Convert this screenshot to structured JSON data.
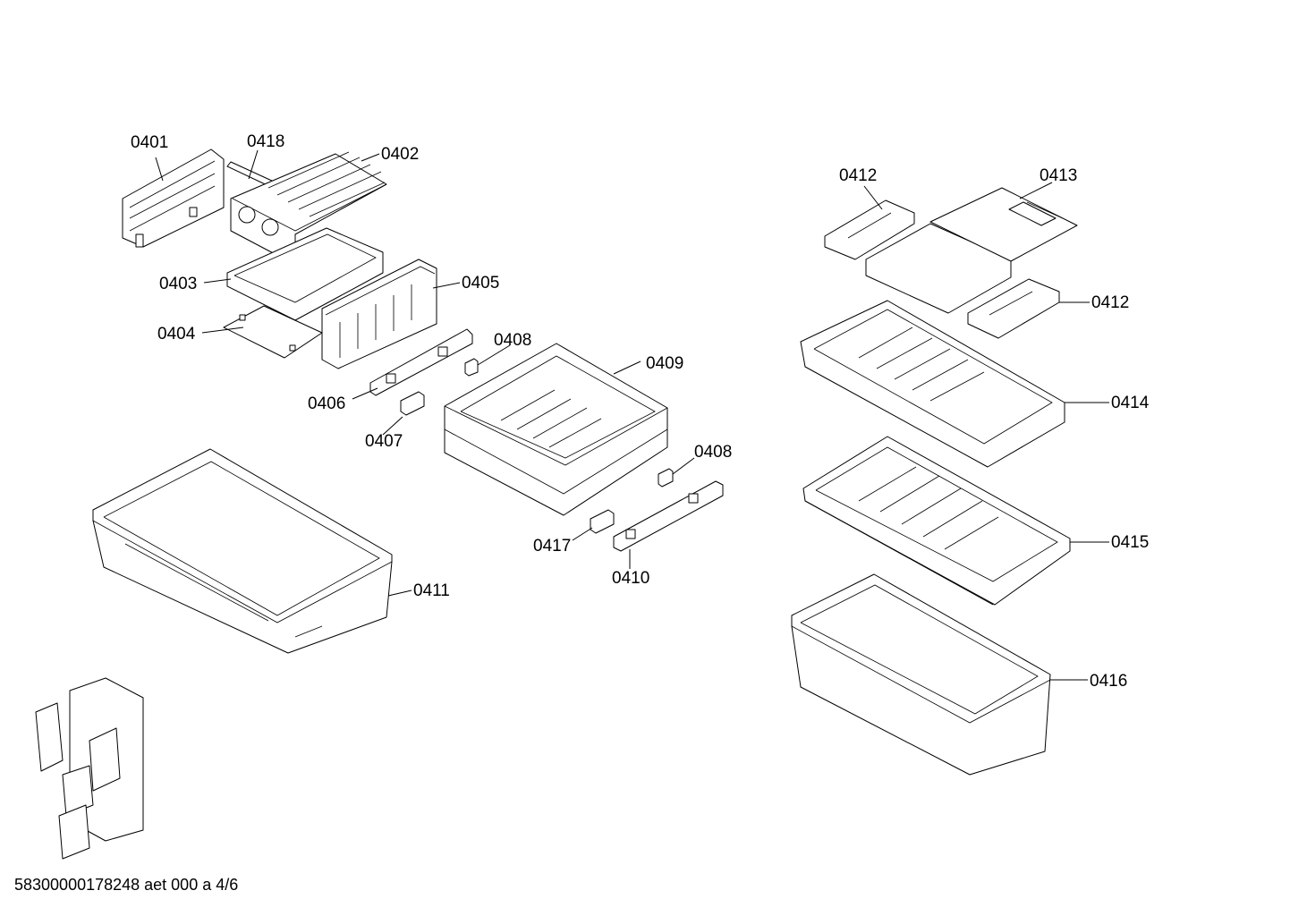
{
  "parts": {
    "p0401": "0401",
    "p0418": "0418",
    "p0402": "0402",
    "p0403": "0403",
    "p0405": "0405",
    "p0404": "0404",
    "p0408a": "0408",
    "p0409": "0409",
    "p0406": "0406",
    "p0407": "0407",
    "p0408b": "0408",
    "p0417": "0417",
    "p0410": "0410",
    "p0411": "0411",
    "p0412a": "0412",
    "p0413": "0413",
    "p0412b": "0412",
    "p0414": "0414",
    "p0415": "0415",
    "p0416": "0416"
  },
  "footer": {
    "document_code": "58300000178248 aet 000 a 4/6"
  }
}
